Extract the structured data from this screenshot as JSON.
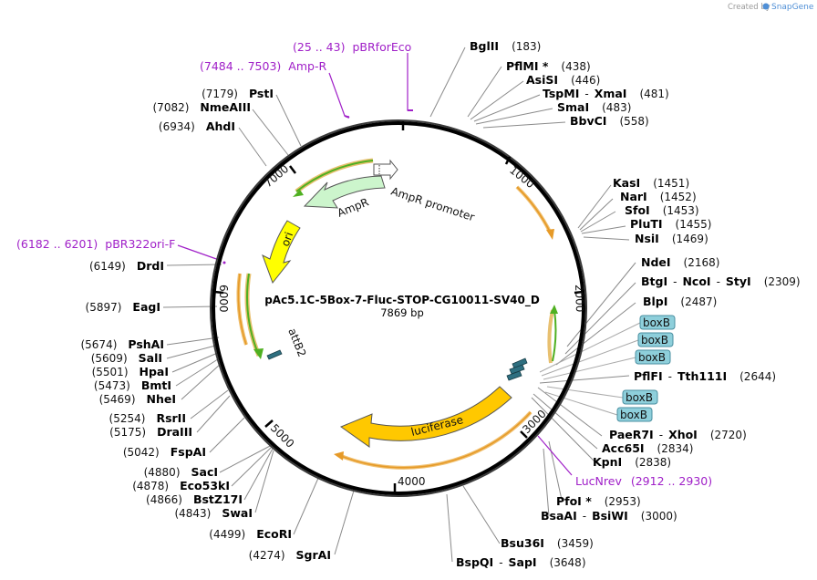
{
  "watermark": {
    "created_by": "Created by",
    "brand": "SnapGene"
  },
  "plasmid": {
    "name": "pAc5.1C-5Box-7-Fluc-STOP-CG10011-SV40_D",
    "length_label": "7869 bp"
  },
  "ticks": [
    {
      "label": "1000"
    },
    {
      "label": "2000"
    },
    {
      "label": "3000"
    },
    {
      "label": "4000"
    },
    {
      "label": "5000"
    },
    {
      "label": "6000"
    },
    {
      "label": "7000"
    }
  ],
  "sites_right": [
    {
      "parts": [
        "BglII"
      ],
      "pos": "(183)"
    },
    {
      "parts": [
        "PflMI *"
      ],
      "pos": "(438)"
    },
    {
      "parts": [
        "AsiSI"
      ],
      "pos": "(446)"
    },
    {
      "parts": [
        "TspMI",
        "XmaI"
      ],
      "pos": "(481)"
    },
    {
      "parts": [
        "SmaI"
      ],
      "pos": "(483)"
    },
    {
      "parts": [
        "BbvCI"
      ],
      "pos": "(558)"
    },
    {
      "parts": [
        "KasI"
      ],
      "pos": "(1451)"
    },
    {
      "parts": [
        "NarI"
      ],
      "pos": "(1452)"
    },
    {
      "parts": [
        "SfoI"
      ],
      "pos": "(1453)"
    },
    {
      "parts": [
        "PluTI"
      ],
      "pos": "(1455)"
    },
    {
      "parts": [
        "NsiI"
      ],
      "pos": "(1469)"
    },
    {
      "parts": [
        "NdeI"
      ],
      "pos": "(2168)"
    },
    {
      "parts": [
        "BtgI",
        "NcoI",
        "StyI"
      ],
      "pos": "(2309)"
    },
    {
      "parts": [
        "BlpI"
      ],
      "pos": "(2487)"
    },
    {
      "parts": [
        "PflFI",
        "Tth111I"
      ],
      "pos": "(2644)"
    },
    {
      "parts": [
        "PaeR7I",
        "XhoI"
      ],
      "pos": "(2720)"
    },
    {
      "parts": [
        "Acc65I"
      ],
      "pos": "(2834)"
    },
    {
      "parts": [
        "KpnI"
      ],
      "pos": "(2838)"
    },
    {
      "parts": [
        "PfoI *"
      ],
      "pos": "(2953)"
    },
    {
      "parts": [
        "BsaAI",
        "BsiWI"
      ],
      "pos": "(3000)"
    },
    {
      "parts": [
        "Bsu36I"
      ],
      "pos": "(3459)"
    },
    {
      "parts": [
        "BspQI",
        "SapI"
      ],
      "pos": "(3648)"
    }
  ],
  "sites_left": [
    {
      "name": "PstI",
      "pos": "(7179)"
    },
    {
      "name": "NmeAIII",
      "pos": "(7082)"
    },
    {
      "name": "AhdI",
      "pos": "(6934)"
    },
    {
      "name": "DrdI",
      "pos": "(6149)"
    },
    {
      "name": "EagI",
      "pos": "(5897)"
    },
    {
      "name": "PshAI",
      "pos": "(5674)"
    },
    {
      "name": "SalI",
      "pos": "(5609)"
    },
    {
      "name": "HpaI",
      "pos": "(5501)"
    },
    {
      "name": "BmtI",
      "pos": "(5473)"
    },
    {
      "name": "NheI",
      "pos": "(5469)"
    },
    {
      "name": "RsrII",
      "pos": "(5254)"
    },
    {
      "name": "DraIII",
      "pos": "(5175)"
    },
    {
      "name": "FspAI",
      "pos": "(5042)"
    },
    {
      "name": "SacI",
      "pos": "(4880)"
    },
    {
      "name": "Eco53kI",
      "pos": "(4878)"
    },
    {
      "name": "BstZ17I",
      "pos": "(4866)"
    },
    {
      "name": "SwaI",
      "pos": "(4843)"
    },
    {
      "name": "EcoRI",
      "pos": "(4499)"
    },
    {
      "name": "SgrAI",
      "pos": "(4274)"
    }
  ],
  "primers": [
    {
      "range": "(25 .. 43)",
      "name": "pBRforEco"
    },
    {
      "range": "(7484 .. 7503)",
      "name": "Amp-R"
    },
    {
      "range": "(6182 .. 6201)",
      "name": "pBR322ori-F"
    },
    {
      "name": "LucNrev",
      "range": "(2912 .. 2930)"
    }
  ],
  "features": {
    "ampr": "AmpR",
    "ampr_promoter": "AmpR promoter",
    "ori": "ori",
    "attb2": "attB2",
    "luciferase": "luciferase",
    "boxb": [
      "boxB",
      "boxB",
      "boxB",
      "boxB",
      "boxB"
    ]
  },
  "colors": {
    "backbone": "#000000",
    "ampr_fill": "#ccf5cc",
    "ori_fill": "#ffff00",
    "luciferase_fill": "#ffc800",
    "boxb_fill": "#8ecfdb",
    "attb2_fill": "#2e6f80",
    "primer": "#a020c8",
    "orange_arc": "#e69a28",
    "green_arc": "#4fb021"
  }
}
